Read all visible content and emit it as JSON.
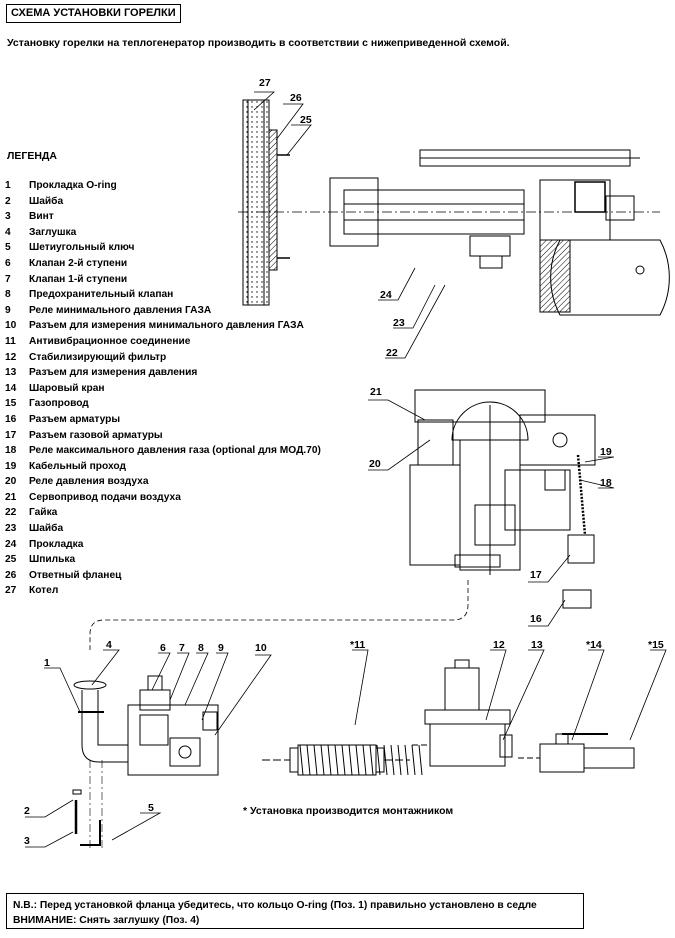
{
  "header": {
    "title": "СХЕМА УСТАНОВКИ ГОРЕЛКИ",
    "intro": "Установку горелки на теплогенератор производить в соответствии с нижеприведенной схемой."
  },
  "legend": {
    "title": "ЛЕГЕНДА",
    "items": [
      {
        "num": "1",
        "label": "Прокладка O-ring"
      },
      {
        "num": "2",
        "label": "Шайба"
      },
      {
        "num": "3",
        "label": "Винт"
      },
      {
        "num": "4",
        "label": "Заглушка"
      },
      {
        "num": "5",
        "label": "Шетиугольный ключ"
      },
      {
        "num": "6",
        "label": "Клапан 2-й ступени"
      },
      {
        "num": "7",
        "label": "Клапан 1-й ступени"
      },
      {
        "num": "8",
        "label": "Предохранительный клапан"
      },
      {
        "num": "9",
        "label": "Реле минимального давления ГАЗА"
      },
      {
        "num": "10",
        "label": "Разъем для измерения минимального давления ГАЗА"
      },
      {
        "num": "11",
        "label": "Антивибрационное соединение"
      },
      {
        "num": "12",
        "label": "Стабилизирующий фильтр"
      },
      {
        "num": "13",
        "label": "Разъем для измерения давления"
      },
      {
        "num": "14",
        "label": "Шаровый кран"
      },
      {
        "num": "15",
        "label": "Газопровод"
      },
      {
        "num": "16",
        "label": "Разъем арматуры"
      },
      {
        "num": "17",
        "label": "Разъем газовой арматуры"
      },
      {
        "num": "18",
        "label": "Реле максимального давления газа (optional для МОД.70)"
      },
      {
        "num": "19",
        "label": "Кабельный проход"
      },
      {
        "num": "20",
        "label": "Реле давления воздуха"
      },
      {
        "num": "21",
        "label": "Сервопривод подачи воздуха"
      },
      {
        "num": "22",
        "label": "Гайка"
      },
      {
        "num": "23",
        "label": "Шайба"
      },
      {
        "num": "24",
        "label": "Прокладка"
      },
      {
        "num": "25",
        "label": "Шпилька"
      },
      {
        "num": "26",
        "label": "Ответный фланец"
      },
      {
        "num": "27",
        "label": "Котел"
      }
    ]
  },
  "callouts": {
    "c27": "27",
    "c26": "26",
    "c25": "25",
    "c24": "24",
    "c23": "23",
    "c22": "22",
    "c21": "21",
    "c20": "20",
    "c19": "19",
    "c18": "18",
    "c17": "17",
    "c16": "16",
    "c1": "1",
    "c2": "2",
    "c3": "3",
    "c4": "4",
    "c5": "5",
    "c6": "6",
    "c7": "7",
    "c8": "8",
    "c9": "9",
    "c10": "10",
    "c11": "*11",
    "c12": "12",
    "c13": "13",
    "c14": "*14",
    "c15": "*15"
  },
  "note_install": "*  Установка производится монтажником",
  "notes": {
    "nb": "N.B.: Перед установкой фланца убедитесь, что кольцо O-ring (Поз. 1) правильно установлено в седле",
    "warning": "ВНИМАНИЕ: Снять заглушку (Поз. 4)"
  }
}
